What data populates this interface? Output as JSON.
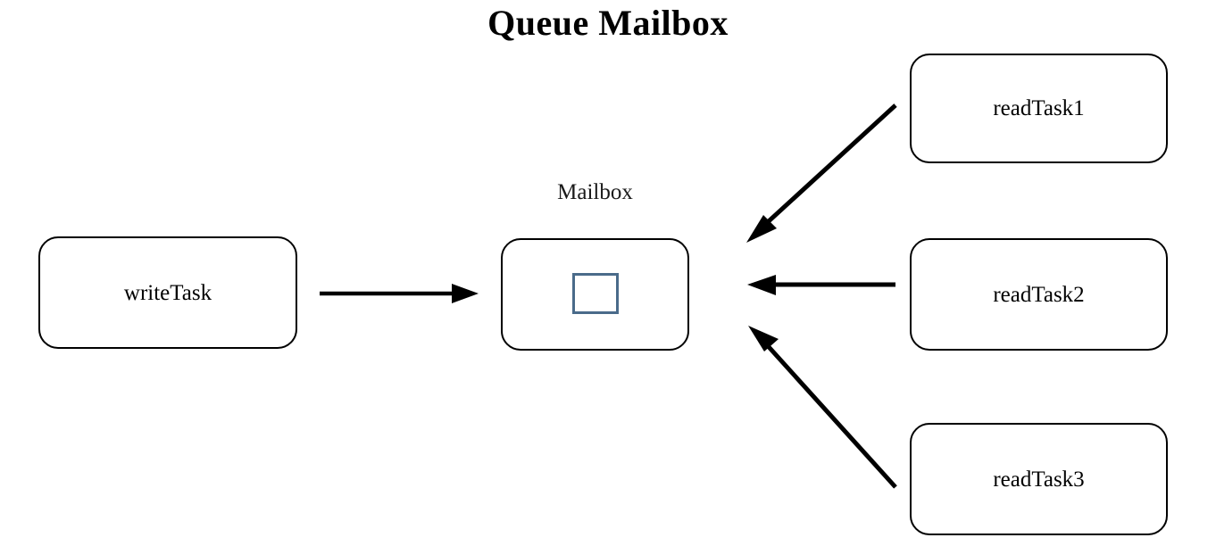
{
  "diagram": {
    "title": "Queue Mailbox",
    "background_color": "#ffffff",
    "stroke_color": "#000000",
    "accent_color": "#4a6b8a",
    "nodes": [
      {
        "id": "writeTask",
        "label": "writeTask"
      },
      {
        "id": "mailbox",
        "label": "Mailbox"
      },
      {
        "id": "readTask1",
        "label": "readTask1"
      },
      {
        "id": "readTask2",
        "label": "readTask2"
      },
      {
        "id": "readTask3",
        "label": "readTask3"
      }
    ],
    "mailbox_slot": {
      "name": "message-slot",
      "color": "#4a6b8a"
    },
    "edges": [
      {
        "from": "writeTask",
        "to": "mailbox",
        "direction": "right",
        "style": "solid"
      },
      {
        "from": "readTask1",
        "to": "mailbox",
        "direction": "down-left",
        "style": "solid"
      },
      {
        "from": "readTask2",
        "to": "mailbox",
        "direction": "left",
        "style": "solid"
      },
      {
        "from": "readTask3",
        "to": "mailbox",
        "direction": "up-left",
        "style": "solid"
      }
    ]
  }
}
